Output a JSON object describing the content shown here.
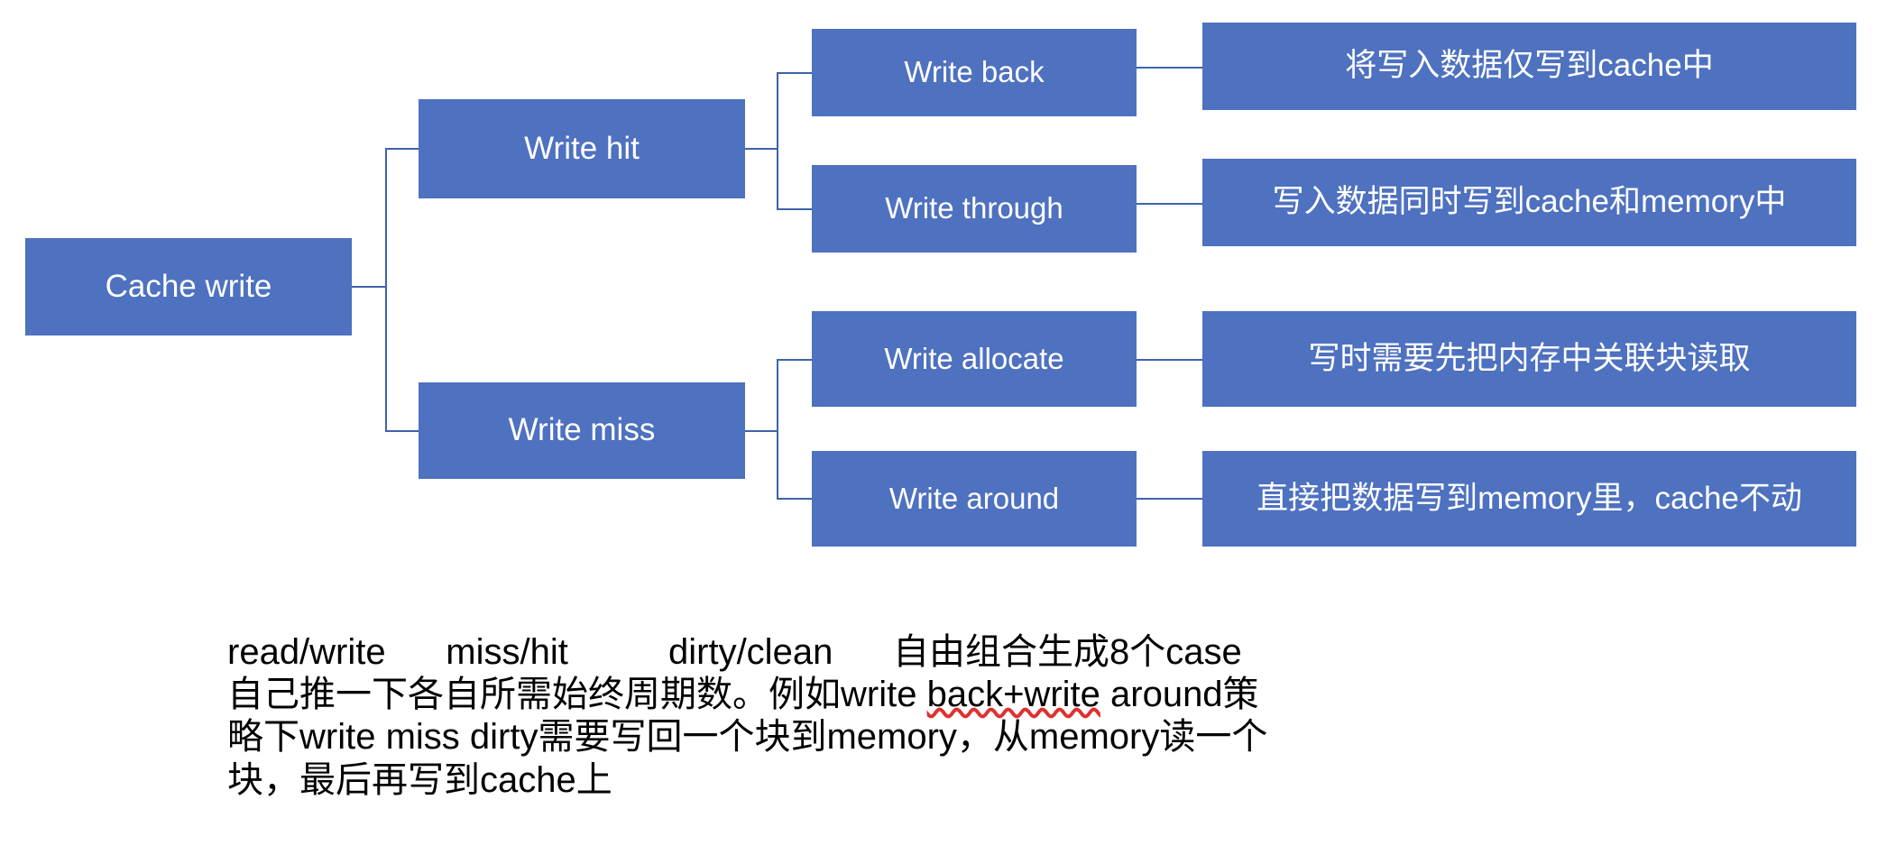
{
  "theme": {
    "node_fill": "#4e71c0",
    "node_text": "#ffffff",
    "connector": "#3e62ad",
    "note_text": "#000000",
    "background": "#ffffff",
    "spellcheck_underline": "#e03030"
  },
  "diagram": {
    "type": "tree",
    "root": {
      "label": "Cache  write"
    },
    "branches": [
      {
        "label": "Write hit",
        "children": [
          {
            "label": "Write back",
            "description": "将写入数据仅写到cache中"
          },
          {
            "label": "Write through",
            "description": "写入数据同时写到cache和memory中"
          }
        ]
      },
      {
        "label": "Write miss",
        "children": [
          {
            "label": "Write allocate",
            "description": "写时需要先把内存中关联块读取"
          },
          {
            "label": "Write around",
            "description": "直接把数据写到memory里，cache不动"
          }
        ]
      }
    ]
  },
  "note": {
    "line1": "read/write      miss/hit          dirty/clean      自由组合生成8个case",
    "line2_a": "自己推一下各自所需始终周期数。例如write ",
    "line2_b": "back+write",
    "line2_c": " around策",
    "line3": "略下write miss dirty需要写回一个块到memory，从memory读一个",
    "line4": "块，最后再写到cache上"
  }
}
